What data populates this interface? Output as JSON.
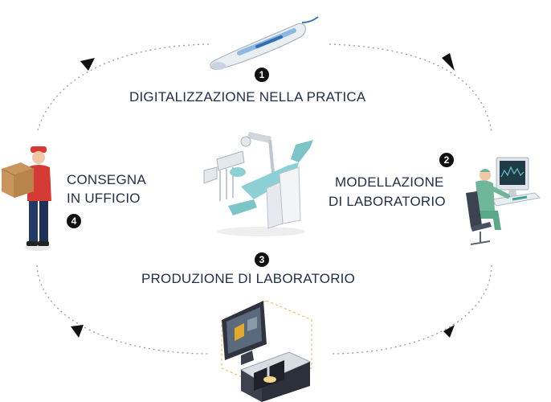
{
  "steps": [
    {
      "number": "1",
      "label": "DIGITALIZZAZIONE NELLA PRATICA",
      "icon": "intraoral-scanner-icon"
    },
    {
      "number": "2",
      "label_line1": "MODELLAZIONE",
      "label_line2": "DI LABORATORIO",
      "icon": "lab-technician-computer-icon"
    },
    {
      "number": "3",
      "label": "PRODUZIONE DI LABORATORIO",
      "icon": "dental-chair-icon"
    },
    {
      "number": "4",
      "label_line1": "CONSEGNA",
      "label_line2": "IN UFFICIO",
      "icon": "delivery-courier-icon"
    }
  ],
  "extra_icons": [
    "milling-machine-monitor-icon"
  ],
  "colors": {
    "text": "#1f2f4a",
    "badge": "#111111",
    "teal": "#7cc4c8",
    "medical_green": "#6fb69a",
    "courier_red": "#d63a35",
    "crown_gold": "#e4a82a"
  }
}
